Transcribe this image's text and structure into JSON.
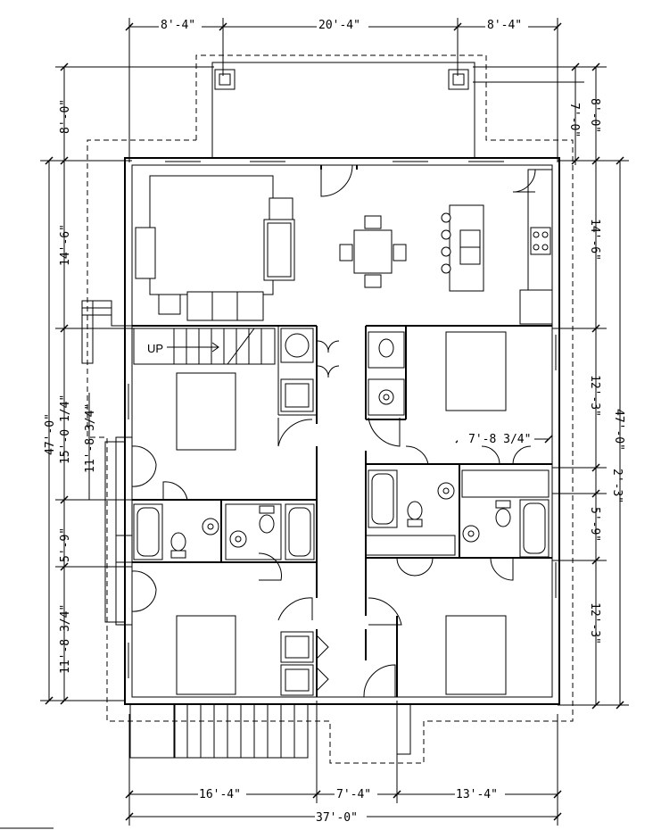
{
  "plan": {
    "stair_label": "UP",
    "dims_top": [
      "8'-4\"",
      "20'-4\"",
      "8'-4\""
    ],
    "dims_bottom": [
      "16'-4\"",
      "7'-4\"",
      "13'-4\""
    ],
    "dim_total_bottom": "37'-0\"",
    "dims_left": [
      "8'-0\"",
      "14'-6\"",
      "15'-0 1/4\"",
      "11'-8 3/4\"",
      "5'-9\"",
      "11'-8 3/4\""
    ],
    "dim_left_total": "47'-0\"",
    "dims_right": [
      "7'-0\"",
      "8'-0\"",
      "14'-6\"",
      "12'-3\"",
      "2'-3\"",
      "5'-9\"",
      "12'-3\""
    ],
    "dim_right_total": "47'-0\"",
    "dim_closet": "7'-8 3/4\""
  }
}
